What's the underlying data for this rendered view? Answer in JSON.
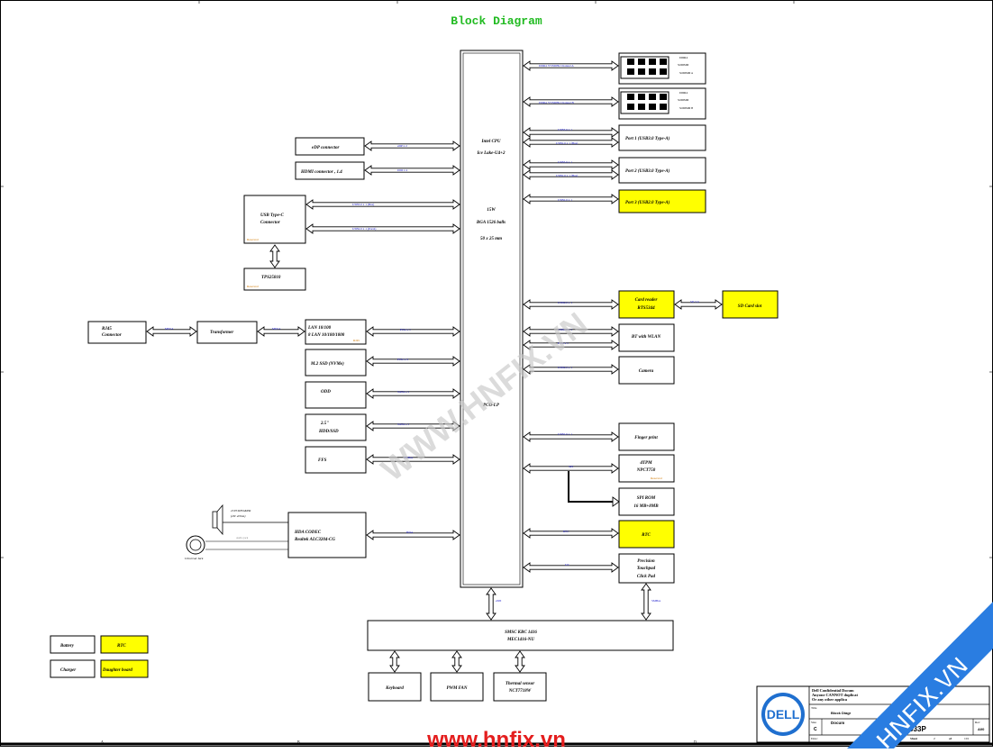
{
  "title": "Block Diagram",
  "cpu": {
    "line1": "Intel CPU",
    "line2": "Ice Lake-U4+2",
    "line3": "15W",
    "line4": "BGA 1526 balls",
    "line5": "50 x 25 mm",
    "line6": "PCO-LP"
  },
  "right_blocks": {
    "ddr_a": {
      "title": "DDR4",
      "sub1": "SODIMM",
      "sub2": "SODIMM A",
      "bus": "DDR4 3733MHz Channel A"
    },
    "ddr_b": {
      "title": "DDR4",
      "sub1": "SODIMM",
      "sub2": "SODIMM B",
      "bus": "DDR4 3733MHz Channel B"
    },
    "port1": {
      "label": "Port 1 (USB3.0 Type-A)",
      "bus1": "USB3.0 x 1",
      "bus2": "USB2.0 x 1 (Bus)"
    },
    "port2": {
      "label": "Port 2 (USB3.0 Type-A)",
      "bus1": "USB3.0 x 1",
      "bus2": "USB2.0 x 1 (Bus)"
    },
    "port3": {
      "label": "Port 3 (USB2.0 Type-A)",
      "bus1": "USB2.0 x 1"
    },
    "card_reader": {
      "line1": "Card reader",
      "line2": "RTS5344",
      "bus": "USB2.0 x 1",
      "slot_bus": "SD 3.0"
    },
    "sd_slot": {
      "label": "SD Card slot"
    },
    "bt_wlan": {
      "label": "BT with WLAN",
      "bus1": "USB2.0 x 1",
      "bus2": "PCIe x 1"
    },
    "camera": {
      "label": "Camera",
      "bus": "USB2.0 x 1"
    },
    "finger": {
      "label": "Finger print",
      "bus": "USB2.0 x 1"
    },
    "tpm": {
      "line1": "dTPM",
      "line2": "NPCT750",
      "bus": "SPI",
      "note": "Reserved"
    },
    "spi_rom": {
      "line1": "SPI ROM",
      "line2": "16 MB+8MB"
    },
    "rtc": {
      "label": "RTC",
      "bus": "RTC"
    },
    "touchpad": {
      "line1": "Precision",
      "line2": "Touchpad",
      "line3": "Click Pad",
      "bus": "I2C",
      "ec_bus": "SMBus"
    }
  },
  "left_blocks": {
    "edp": {
      "label": "eDP connector",
      "bus": "eDP x 2"
    },
    "hdmi": {
      "label": "HDMI connector , 1.4",
      "bus": "DDI x 4"
    },
    "usbc": {
      "line1": "USB Type-C",
      "line2": "Connector",
      "note": "Reserved",
      "bus1": "USB3.0 x 1 (Bus)",
      "bus2": "USB2.0 x 1 (Port4)"
    },
    "tps": {
      "label": "TPS25810",
      "note": "Reserved"
    },
    "lan": {
      "line1": "LAN 10/100",
      "line2": "8 LAN 10/100/1000",
      "note": "RJ45",
      "bus": "PCIe x 1"
    },
    "transformer": {
      "label": "Transformer",
      "bus": "MDI 4"
    },
    "rj45": {
      "line1": "RJ45",
      "line2": "Connector",
      "bus": "MDI 4"
    },
    "ssd": {
      "label": "M.2 SSD (NVMe)",
      "bus": "PCIe x 4"
    },
    "odd": {
      "label": "ODD",
      "bus": "SATA x 1"
    },
    "hdd": {
      "line1": "2.5\"",
      "line2": "HDD/SSD",
      "bus": "SATA x 1"
    },
    "ffs": {
      "label": "FFS",
      "bus": "SMBus"
    },
    "hda": {
      "line1": "HDA CODEC",
      "line2": "Realtek ALC3204-CG",
      "bus": "HDA"
    },
    "speaker": {
      "line1": "2CH SPEAKER",
      "line2": "(2W 4Ohm)",
      "bus": "Audio jack"
    },
    "jack": {
      "label": "Universal Jack"
    }
  },
  "ec": {
    "line1": "SMSC KBC 1416",
    "line2": "MEC1416-NU",
    "bus": "eSPI",
    "keyboard": "Keyboard",
    "fan": "PWM FAN",
    "thermal1": "Thermal sensor",
    "thermal2": "NCT7718W"
  },
  "legend": {
    "battery": "Battery",
    "charger": "Charger",
    "rtc": "RTC",
    "daughter": "Daughter board"
  },
  "title_block": {
    "confidential1": "Dell Confidential Docum",
    "confidential2": "Anyone CANNOT duplicat",
    "confidential3": "Or any other applica",
    "permission": "l permission",
    "title_label": "Title",
    "title_value": "Block Diagr",
    "size_label": "Size",
    "size_value": "C",
    "doc_label": "Docum",
    "doc_value": "LA-K033P",
    "rev_label": "Rev",
    "rev_value": "A00",
    "date_label": "Date:",
    "sheet_label": "Sheet",
    "sheet_num": "2",
    "sheet_of": "of",
    "sheet_total": "101",
    "logo": "DELL"
  },
  "watermarks": {
    "center": "WWW.HNFIX.VN",
    "corner": "HNFIX.VN",
    "footer": "www.hnfix.vn"
  },
  "grid_labels": [
    "A",
    "B",
    "C",
    "D",
    "E"
  ],
  "colors": {
    "highlight": "#ffff00",
    "title": "#22bb22",
    "signal": "#1a1acc",
    "note": "#d07800",
    "watermark_red": "#e41e1e",
    "corner_blue": "#2a7de1",
    "dell_blue": "#1f6fcf"
  }
}
